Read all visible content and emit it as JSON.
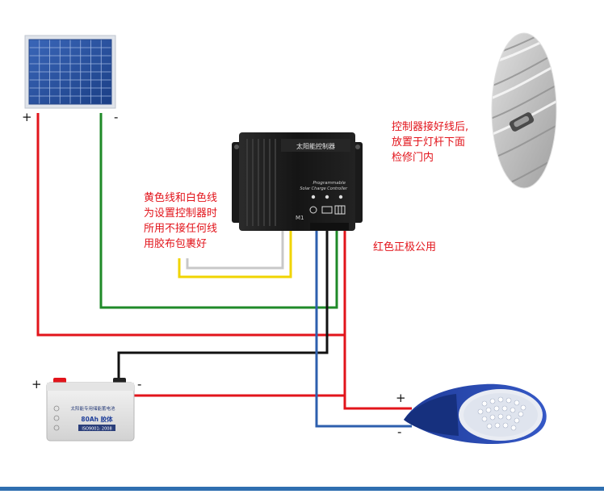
{
  "notes": {
    "yellow_white": [
      "黄色线和白色线",
      "为设置控制器时",
      "所用不接任何线",
      "用胶布包裹好"
    ],
    "red_common": "红色正极公用",
    "install": [
      "控制器接好线后,",
      "放置于灯杆下面",
      "检修门内"
    ]
  },
  "signs": {
    "panel_plus": "+",
    "panel_minus": "-",
    "battery_plus": "+",
    "battery_minus": "-",
    "lamp_plus": "+",
    "lamp_minus": "-"
  },
  "controller": {
    "brand": "太阳能控制器",
    "line1": "Programmable",
    "line2": "Solar Charge Controller",
    "model": "M1"
  },
  "battery": {
    "brand": "太阳能专用储能蓄电池",
    "capacity": "80Ah 胶体",
    "cert": "ISO9001: 2008"
  },
  "colors": {
    "red": "#e2141b",
    "green": "#1f8a28",
    "yellow": "#f0d400",
    "white_wire": "#c8c8c8",
    "black": "#111111",
    "blue": "#2d5fae"
  }
}
